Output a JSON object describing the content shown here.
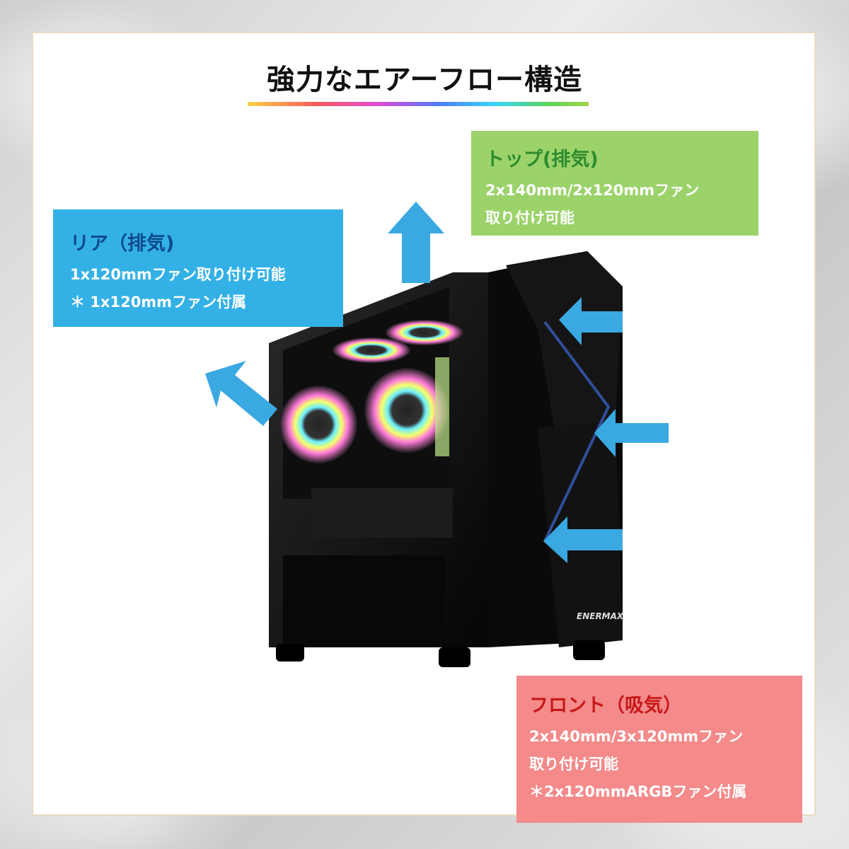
{
  "title": "強力なエアーフロー構造",
  "top_box": {
    "heading": "トップ(排気)",
    "lines": [
      "2x140mm/2x120mmファン",
      "取り付け可能"
    ]
  },
  "rear_box": {
    "heading": "リア（排気)",
    "lines": [
      "1x120mmファン取り付け可能",
      "＊ 1x120mmファン付属"
    ]
  },
  "front_box": {
    "heading": "フロント（吸気）",
    "lines": [
      "2x140mm/3x120mmファン",
      "取り付け可能",
      "＊2x120mmARGBファン付属"
    ]
  },
  "case_brand": "ENERMAX",
  "colors": {
    "top_box": "#9bd36a",
    "rear_box": "#33b1e6",
    "front_box": "#f48a8a",
    "arrow": "#3aa9e2"
  }
}
